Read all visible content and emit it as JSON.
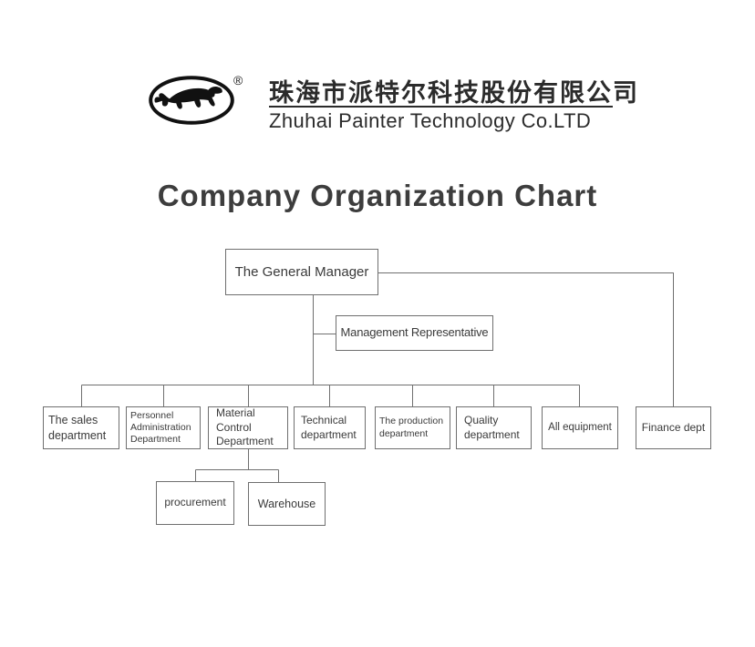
{
  "header": {
    "logo": "leaping-panther-logo",
    "registered_mark": "®",
    "company_name_zh": "珠海市派特尔科技股份有限公司",
    "company_name_en": "Zhuhai Painter Technology Co.LTD"
  },
  "title": "Company Organization Chart",
  "org": {
    "root": {
      "label": "The General Manager"
    },
    "staff": {
      "label": "Management Representative"
    },
    "departments": [
      {
        "label": "The sales department"
      },
      {
        "label": "Personnel Administration Department"
      },
      {
        "label": "Material Control Department"
      },
      {
        "label": "Technical department"
      },
      {
        "label": "The production department"
      },
      {
        "label": "Quality department"
      },
      {
        "label": "All equipment"
      },
      {
        "label": "Finance dept"
      }
    ],
    "material_control_children": [
      {
        "label": "procurement"
      },
      {
        "label": "Warehouse"
      }
    ]
  },
  "colors": {
    "background": "#ffffff",
    "line": "#6f6f6f",
    "box_border": "#6f6f6f",
    "text": "#3a3a3a",
    "header_text": "#2b2b2b"
  }
}
